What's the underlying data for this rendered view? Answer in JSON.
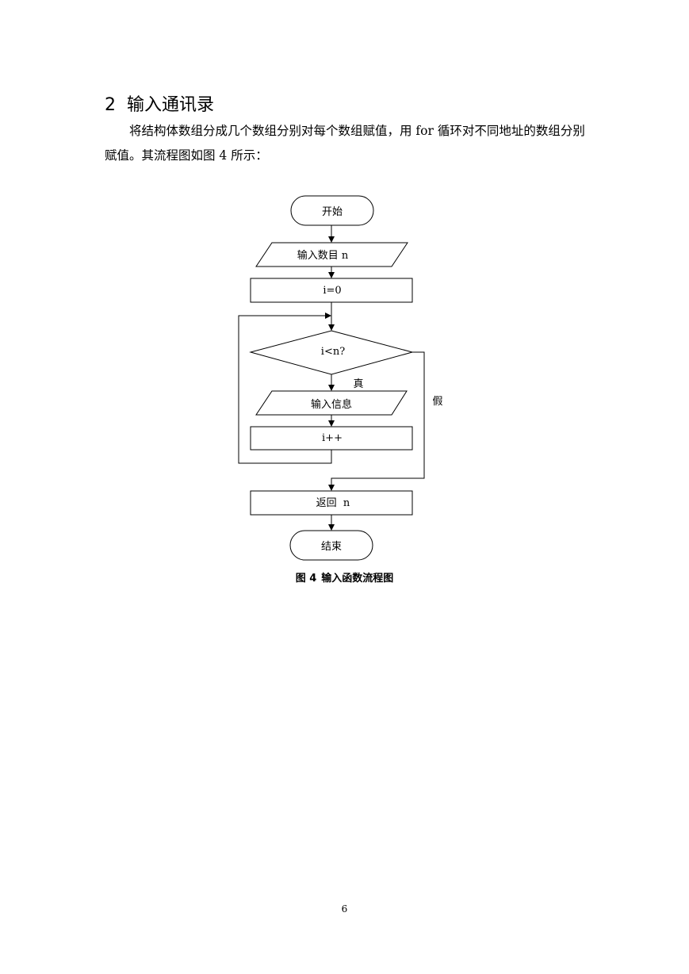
{
  "section": {
    "number": "2",
    "title": "输入通讯录"
  },
  "paragraph": {
    "line1": "将结构体数组分成几个数组分别对每个数组赋值，用 for 循环对不同地址的",
    "line2": "数组分别赋值。其流程图如图 4 所示："
  },
  "flowchart": {
    "start": "开始",
    "input_n": "输入数目 n",
    "init": "i=0",
    "condition": "i<n?",
    "true_label": "真",
    "false_label": "假",
    "input_info": "输入信息",
    "increment": "i++",
    "return": "返回  n",
    "end": "结束"
  },
  "caption": {
    "figure": "图 4",
    "text": "输入函数流程图"
  },
  "page_number": "6"
}
